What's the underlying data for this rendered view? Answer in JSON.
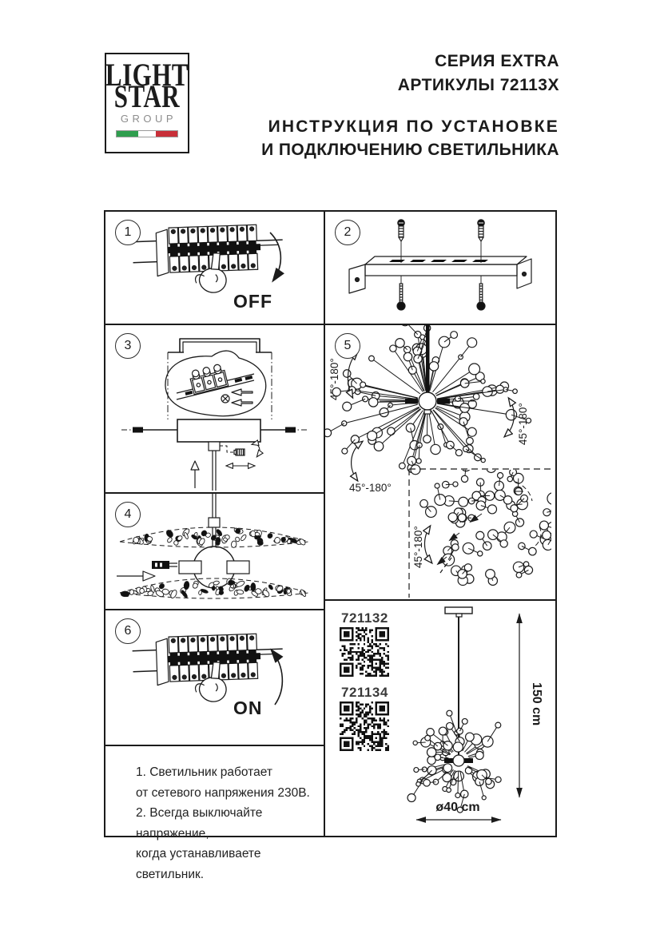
{
  "header": {
    "logo": {
      "word1": "LIGHT",
      "word2": "STAR",
      "word3": "GROUP"
    },
    "series": "СЕРИЯ EXTRA",
    "articles": "АРТИКУЛЫ 72113X",
    "title1": "ИНСТРУКЦИЯ ПО УСТАНОВКЕ",
    "title2": "И ПОДКЛЮЧЕНИЮ СВЕТИЛЬНИКА"
  },
  "steps": {
    "s1": {
      "num": "1",
      "switch_label": "OFF"
    },
    "s2": {
      "num": "2"
    },
    "s3": {
      "num": "3"
    },
    "s4": {
      "num": "4"
    },
    "s5": {
      "num": "5",
      "angle_left": "45°-180°",
      "angle_right": "45°-180°",
      "angle_bottom": "45°-180°",
      "angle_inset": "45°-180°"
    },
    "s6": {
      "num": "6",
      "switch_label": "ON"
    }
  },
  "notes": {
    "line1": "1. Светильник работает",
    "line2": "от сетевого напряжения 230В.",
    "line3": "2. Всегда выключайте напряжение,",
    "line4": "когда устанавливаете светильник."
  },
  "product": {
    "code1": "721132",
    "code2": "721134",
    "height": "150 cm",
    "diameter": "ø40 cm"
  },
  "colors": {
    "line": "#1b1b1b",
    "flag_green": "#2f9e4e",
    "flag_red": "#c82f39",
    "group_gray": "#8d8d8d"
  }
}
